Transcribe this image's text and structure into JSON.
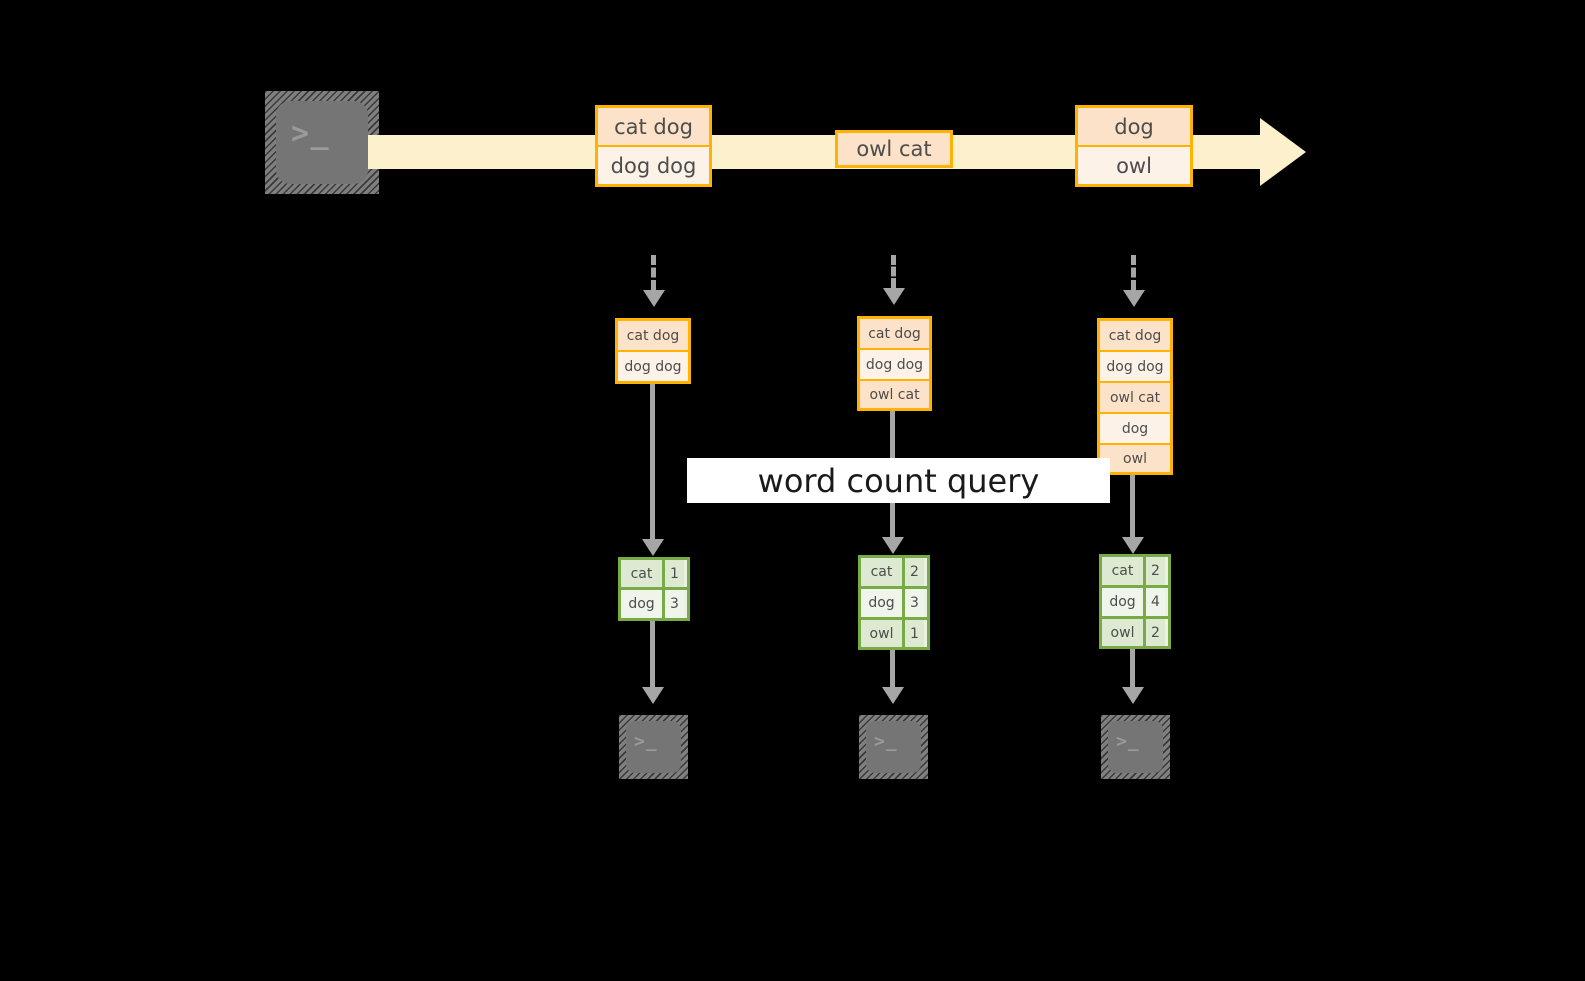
{
  "diagram": {
    "title_label": "word count query",
    "colors": {
      "background": "#000000",
      "stream_fill": "#fdf0cc",
      "record_border": "#ffb300",
      "record_fill_dark": "#fce2c8",
      "record_fill_light": "#fdf2e8",
      "result_border": "#78ab46",
      "result_fill_dark": "#dde9d1",
      "result_fill_light": "#eff5ea",
      "connector": "#a6a6a6",
      "terminal_plate": "#757575",
      "label_background": "#ffffff"
    },
    "source_terminal": {
      "icon": "terminal-icon",
      "glyph": ">_"
    },
    "stream": {
      "icon": "arrow-right-icon",
      "records": [
        {
          "lines": [
            "cat dog",
            "dog dog"
          ]
        },
        {
          "lines": [
            "owl cat"
          ]
        },
        {
          "lines": [
            "dog",
            "owl"
          ]
        }
      ]
    },
    "columns": [
      {
        "accumulated": {
          "lines": [
            "cat dog",
            "dog dog"
          ]
        },
        "result": {
          "rows": [
            {
              "word": "cat",
              "count": "1"
            },
            {
              "word": "dog",
              "count": "3"
            }
          ]
        },
        "sink_terminal": {
          "icon": "terminal-icon",
          "glyph": ">_"
        }
      },
      {
        "accumulated": {
          "lines": [
            "cat dog",
            "dog dog",
            "owl cat"
          ]
        },
        "result": {
          "rows": [
            {
              "word": "cat",
              "count": "2"
            },
            {
              "word": "dog",
              "count": "3"
            },
            {
              "word": "owl",
              "count": "1"
            }
          ]
        },
        "sink_terminal": {
          "icon": "terminal-icon",
          "glyph": ">_"
        }
      },
      {
        "accumulated": {
          "lines": [
            "cat dog",
            "dog dog",
            "owl cat",
            "dog",
            "owl"
          ]
        },
        "result": {
          "rows": [
            {
              "word": "cat",
              "count": "2"
            },
            {
              "word": "dog",
              "count": "4"
            },
            {
              "word": "owl",
              "count": "2"
            }
          ]
        },
        "sink_terminal": {
          "icon": "terminal-icon",
          "glyph": ">_"
        }
      }
    ]
  }
}
